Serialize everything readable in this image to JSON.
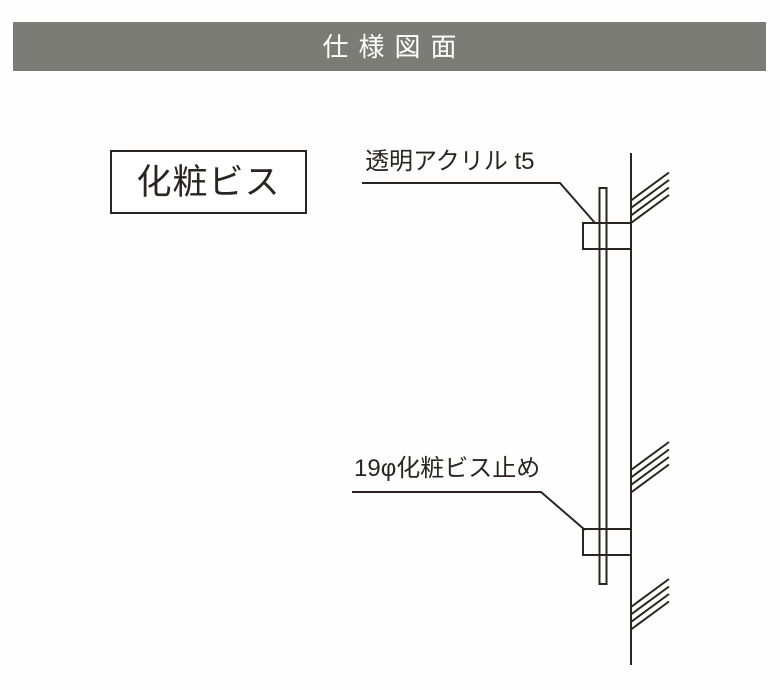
{
  "header": {
    "title": "仕様図面"
  },
  "label_box": {
    "text": "化粧ビス"
  },
  "drawing": {
    "acrylic_label": "透明アクリル t5",
    "screw_label": "19φ化粧ビス止め"
  },
  "theme": {
    "header_bg": "#7b7c76",
    "header_text": "#ffffff",
    "line_color": "#2a2422",
    "background": "#fefefe"
  }
}
